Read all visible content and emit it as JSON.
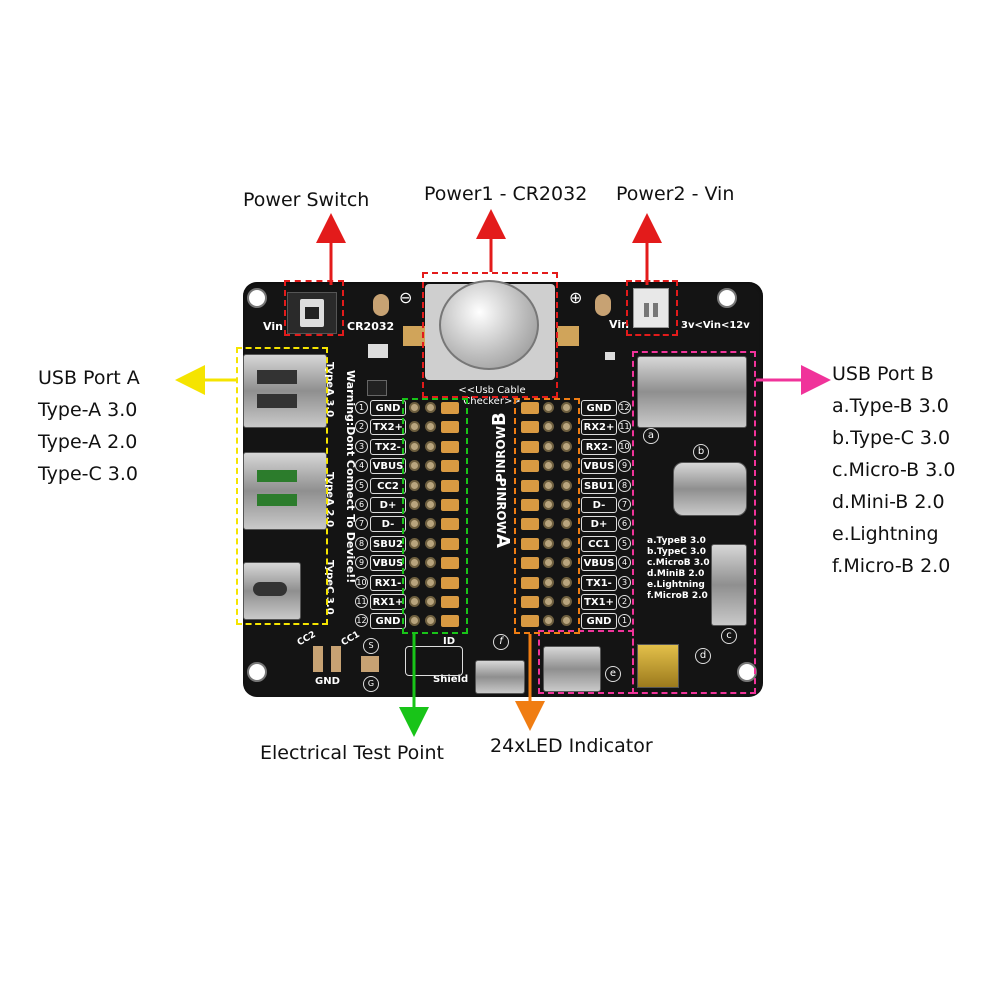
{
  "callouts": {
    "power_switch": "Power Switch",
    "power1": "Power1 - CR2032",
    "power2": "Power2 - Vin",
    "test_point": "Electrical Test Point",
    "led_indicator": "24xLED Indicator"
  },
  "usb_port_a": {
    "title": "USB Port A",
    "items": [
      "Type-A 3.0",
      "Type-A 2.0",
      "Type-C 3.0"
    ]
  },
  "usb_port_b": {
    "title": "USB Port B",
    "items": [
      "a.Type-B 3.0",
      "b.Type-C 3.0",
      "c.Micro-B 3.0",
      "d.Mini-B 2.0",
      "e.Lightning",
      "f.Micro-B 2.0"
    ]
  },
  "board": {
    "vin_left": "Vin",
    "cr2032": "CR2032",
    "minus": "⊖",
    "plus": "⊕",
    "vin_right": "Vin",
    "vin_range": "3v<Vin<12v",
    "checker": "<<Usb Cable Checker>>",
    "warning": "Warning:Dont Connect To Device!!",
    "port_a_labels": [
      "TypeA 3.0",
      "TypeA 2.0",
      "TypeC 3.0"
    ],
    "pinrow_b": "PINROW",
    "pinrow_b_letter": "B",
    "pinrow_a": "PINROW",
    "pinrow_a_letter": "A",
    "left_pins": [
      "GND",
      "TX2+",
      "TX2-",
      "VBUS",
      "CC2",
      "D+",
      "D-",
      "SBU2",
      "VBUS",
      "RX1-",
      "RX1+",
      "GND"
    ],
    "left_nums": [
      "1",
      "2",
      "3",
      "4",
      "5",
      "6",
      "7",
      "8",
      "9",
      "10",
      "11",
      "12"
    ],
    "right_pins": [
      "GND",
      "RX2+",
      "RX2-",
      "VBUS",
      "SBU1",
      "D-",
      "D+",
      "CC1",
      "VBUS",
      "TX1-",
      "TX1+",
      "GND"
    ],
    "right_nums": [
      "12",
      "11",
      "10",
      "9",
      "8",
      "7",
      "6",
      "5",
      "4",
      "3",
      "2",
      "1"
    ],
    "legend": [
      "a.TypeB 3.0",
      "b.TypeC 3.0",
      "c.MicroB 3.0",
      "d.MiniB 2.0",
      "e.Lightning",
      "f.MicroB 2.0"
    ],
    "cc2": "CC2",
    "cc1": "CC1",
    "gnd": "GND",
    "id": "ID",
    "shield": "Shield",
    "letters": [
      "a",
      "b",
      "c",
      "d",
      "e",
      "f"
    ],
    "s_mark": "S",
    "g_mark": "G"
  },
  "colors": {
    "red": "#e31b1b",
    "green": "#18c418",
    "orange": "#f07d12",
    "yellow": "#f5e400",
    "magenta": "#f0339a"
  }
}
